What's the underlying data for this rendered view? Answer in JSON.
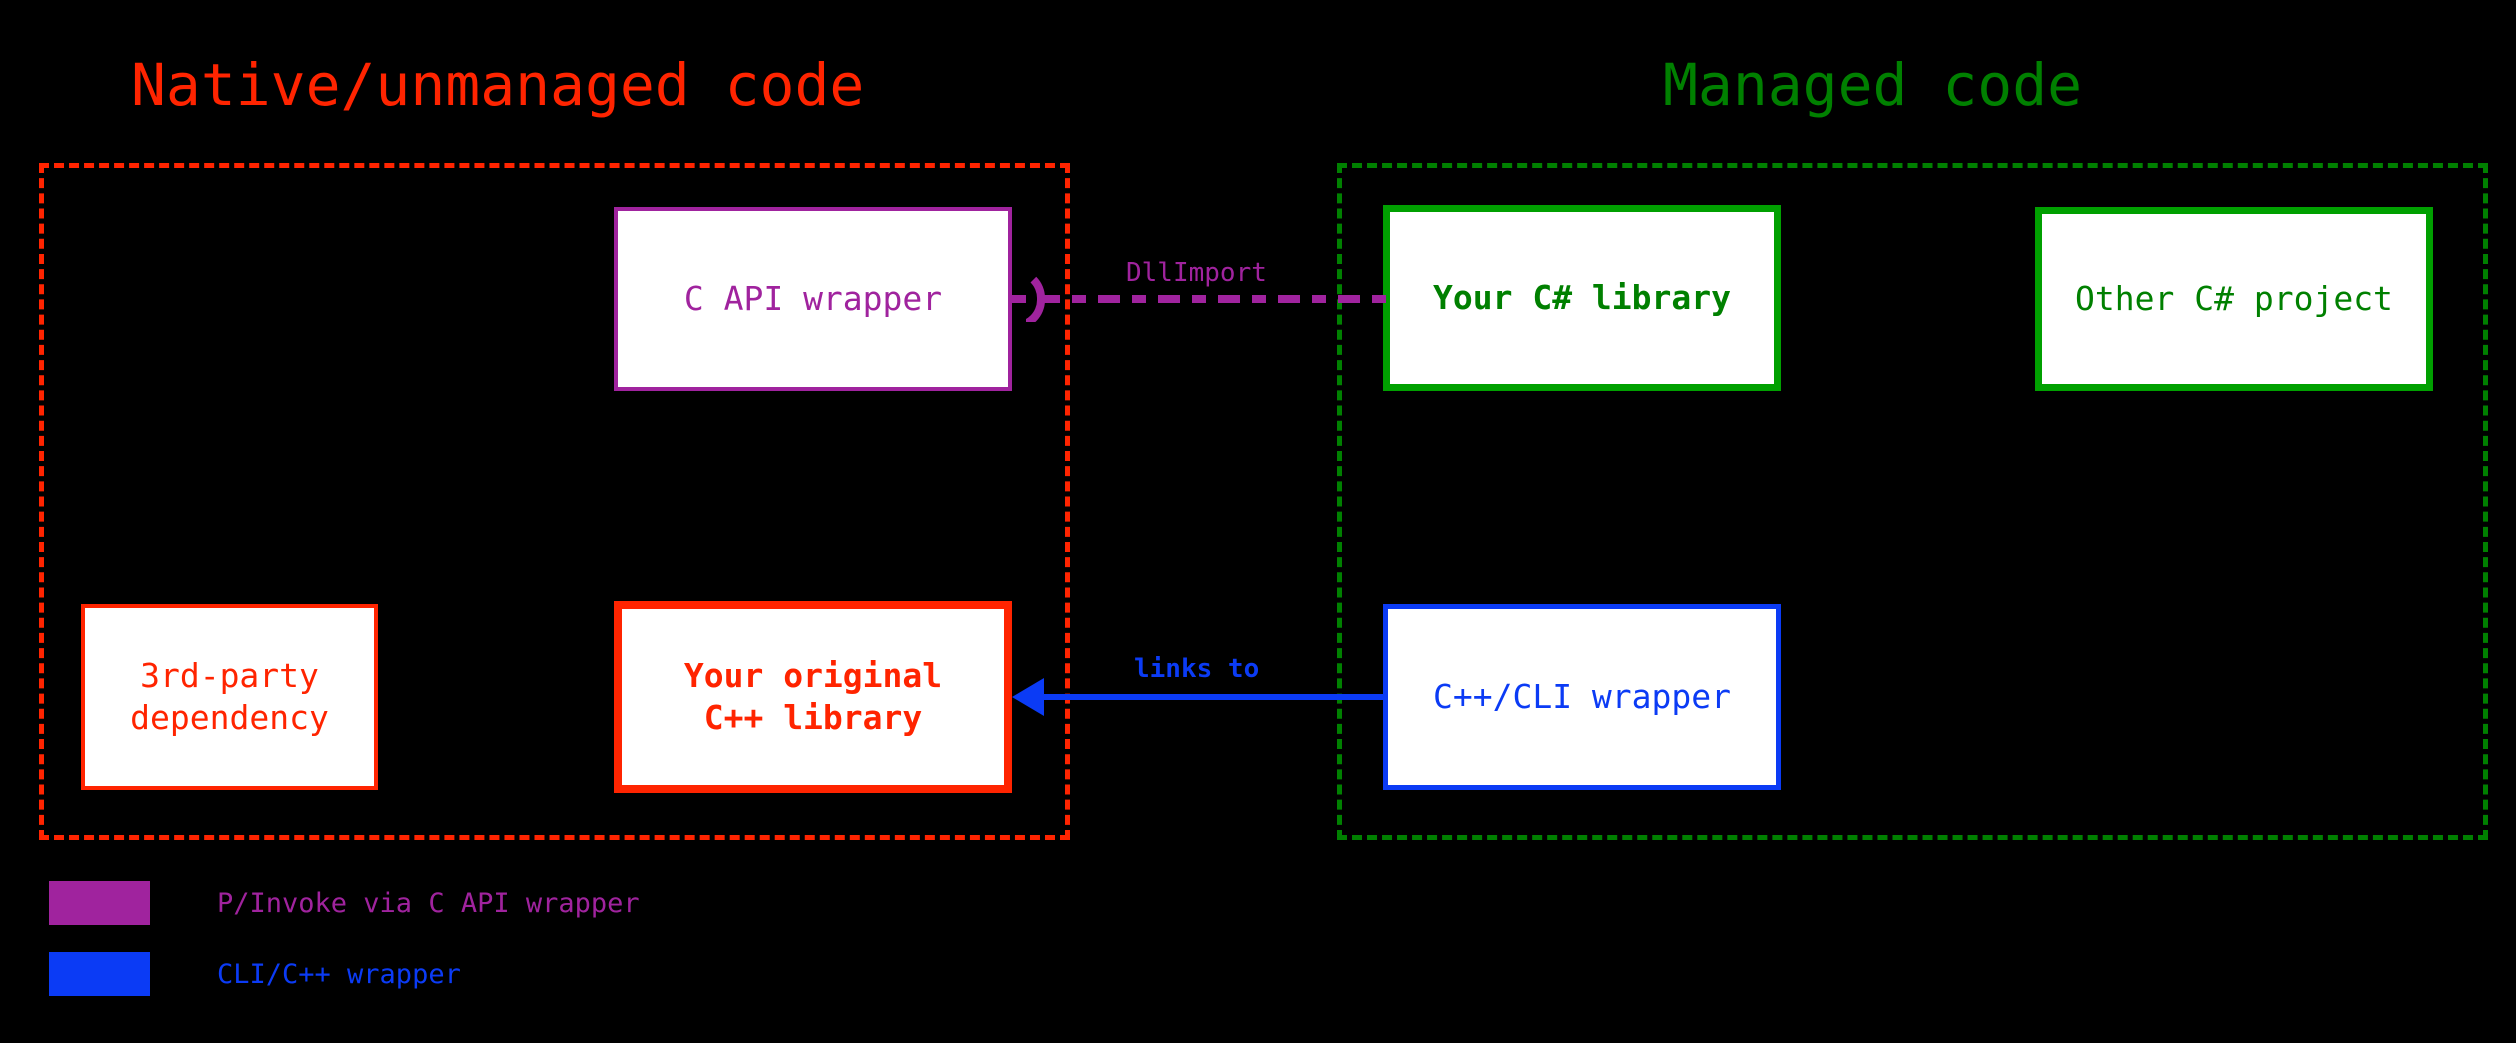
{
  "diagram": {
    "title_native": "Native/unmanaged code",
    "title_managed": "Managed code",
    "colors": {
      "background": "#000000",
      "native_red": "#FF2400",
      "managed_green": "#008000",
      "pinvoke_purple": "#A0239E",
      "cli_blue": "#0B3BF5",
      "box_fill": "#FFFFFF"
    },
    "nodes": {
      "c_api_wrapper": "C API wrapper",
      "your_csharp_library": "Your C# library",
      "other_csharp_project": "Other C# project",
      "third_party_dependency": "3rd-party\ndependency",
      "your_original_cpp_library": "Your original\nC++ library",
      "cpp_cli_wrapper": "C++/CLI wrapper"
    },
    "edges": {
      "dllimport_label": "DllImport",
      "links_to_label": "links to"
    },
    "legend": [
      {
        "swatch_color": "#A0239E",
        "label": "P/Invoke via C API wrapper"
      },
      {
        "swatch_color": "#0B3BF5",
        "label": "CLI/C++ wrapper"
      }
    ]
  }
}
